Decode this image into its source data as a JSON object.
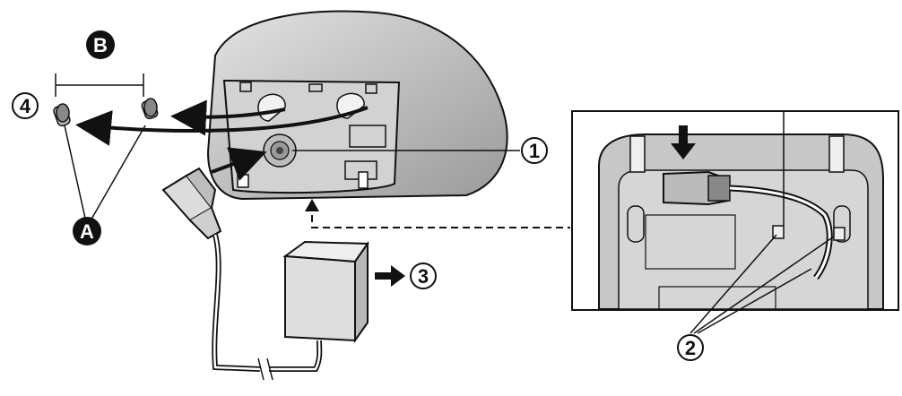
{
  "callouts": {
    "one": "1",
    "two": "2",
    "three": "3",
    "four": "4"
  },
  "letters": {
    "a": "A",
    "b": "B"
  },
  "colors": {
    "ink": "#111111",
    "base_fill": "#c9c9c9",
    "base_dark": "#8a8a8a",
    "panel_fill": "#d2d2d2",
    "inset_bg": "#bdbdbd",
    "adapter_fill": "#dedede"
  }
}
